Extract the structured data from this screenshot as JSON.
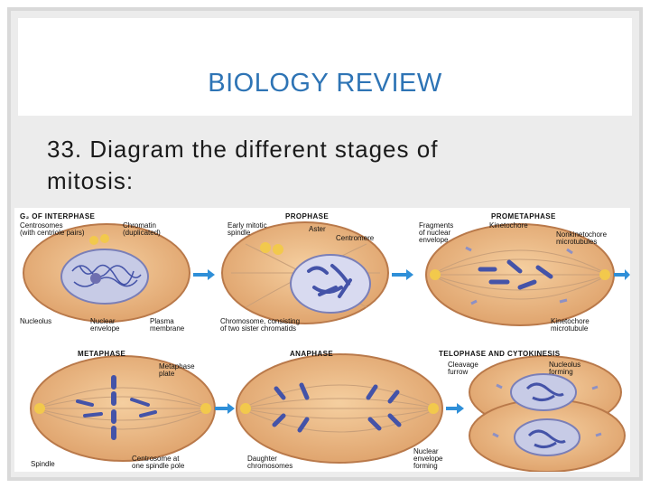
{
  "slide": {
    "title": "BIOLOGY REVIEW",
    "question_line1": "33. Diagram the different stages of",
    "question_line2": "mitosis:"
  },
  "diagram": {
    "stages": [
      {
        "name": "G₂ OF INTERPHASE"
      },
      {
        "name": "PROPHASE"
      },
      {
        "name": "PROMETAPHASE"
      },
      {
        "name": "METAPHASE"
      },
      {
        "name": "ANAPHASE"
      },
      {
        "name": "TELOPHASE AND CYTOKINESIS"
      }
    ],
    "labels": {
      "centrosomes": "Centrosomes\n(with centriole pairs)",
      "chromatin": "Chromatin\n(duplicated)",
      "nucleolus": "Nucleolus",
      "nuclear_envelope": "Nuclear\nenvelope",
      "plasma_membrane": "Plasma\nmembrane",
      "early_spindle": "Early mitotic\nspindle",
      "aster": "Aster",
      "centromere": "Centromere",
      "chromosome": "Chromosome, consisting\nof two sister chromatids",
      "fragments": "Fragments\nof nuclear\nenvelope",
      "kinetochore": "Kinetochore",
      "nonkinetochore": "Nonkinetochore\nmicrotubules",
      "kinetochore_mt": "Kinetochore\nmicrotubule",
      "metaphase_plate": "Metaphase\nplate",
      "spindle": "Spindle",
      "centrosome_pole": "Centrosome at\none spindle pole",
      "daughter": "Daughter\nchromosomes",
      "cleavage": "Cleavage\nfurrow",
      "nucleolus_forming": "Nucleolus\nforming",
      "nuclear_env_forming": "Nuclear\nenvelope\nforming"
    },
    "colors": {
      "cell_fill": "#e7b27c",
      "cell_stroke": "#b9794a",
      "nucleus_fill": "#c7cbe6",
      "chromosome": "#4453a8",
      "arrow": "#2f8fd8",
      "centrosome": "#f2c94c"
    }
  }
}
